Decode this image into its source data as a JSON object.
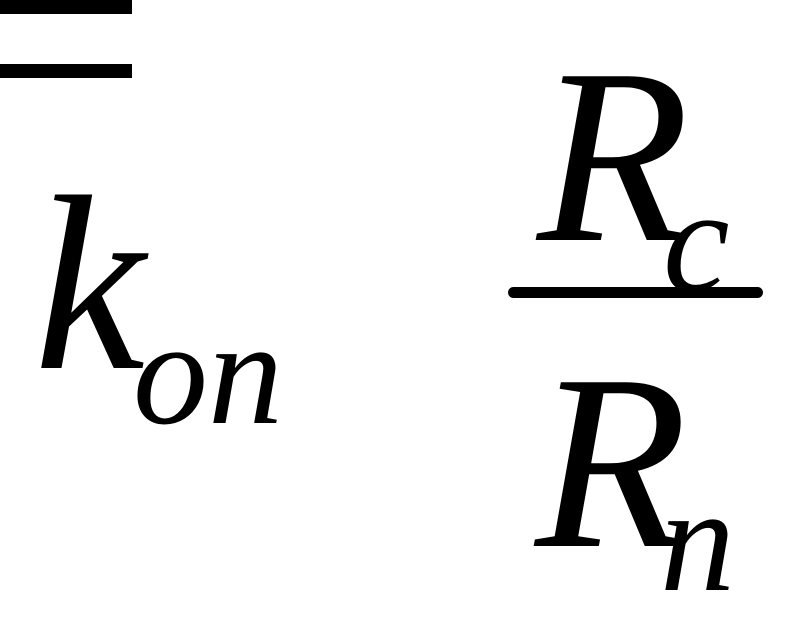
{
  "equation": {
    "lhs": {
      "base": "k",
      "subscript": "on"
    },
    "operator": "=",
    "fraction": {
      "numerator": {
        "base": "R",
        "subscript": "c"
      },
      "denominator": {
        "base": "R",
        "subscript": "n"
      }
    }
  }
}
